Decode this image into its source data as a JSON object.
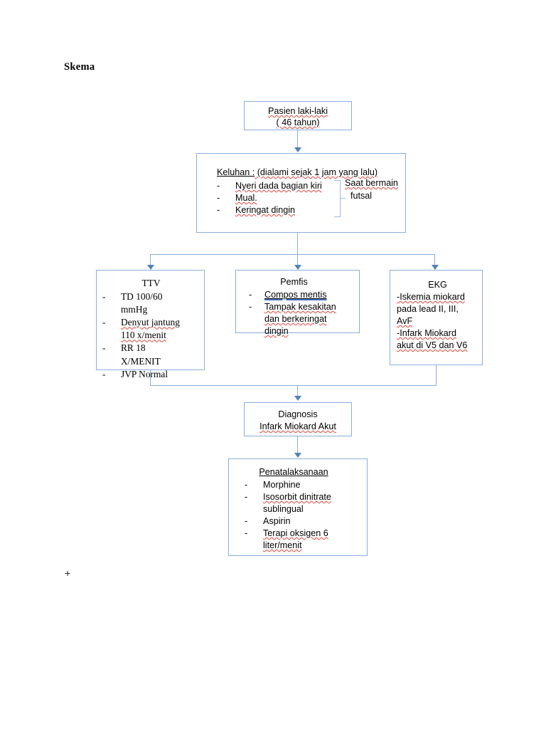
{
  "document": {
    "title": "Skema",
    "trailing_mark": "+"
  },
  "flowchart": {
    "type": "clinical-case-flowchart",
    "border_color": "#8AAEDC",
    "arrow_color": "#4F81BD",
    "nodes": {
      "patient": {
        "name": "pasien",
        "line1": "Pasien laki-laki",
        "line2": "( 46 tahun)"
      },
      "keluhan": {
        "name": "keluhan",
        "header": "Keluhan :",
        "header_rest": " (dialami sejak 1 jam yang lalu)",
        "items": [
          "Nyeri dada bagian kiri",
          "Mual.",
          "Keringat dingin"
        ],
        "brace_note_line1": "Saat bermain",
        "brace_note_line2": "futsal"
      },
      "ttv": {
        "name": "ttv",
        "header": "TTV",
        "items": [
          {
            "text": "TD 100/60",
            "cont": "mmHg"
          },
          {
            "text": "Denyut jantung",
            "cont": "110 x/menit"
          },
          {
            "text": "RR 18",
            "cont": "X/MENIT"
          },
          {
            "text": "JVP Normal",
            "cont": ""
          }
        ]
      },
      "pemfis": {
        "name": "pemfis",
        "header": "Pemfis",
        "items": [
          {
            "text": "Compos mentis",
            "cont": ""
          },
          {
            "text": "Tampak kesakitan",
            "cont": "dan berkeringat",
            "cont2": "dingin"
          }
        ]
      },
      "ekg": {
        "name": "ekg",
        "header": "EKG",
        "lines": [
          "-Iskemia miokard",
          "pada lead II, III,",
          "AvF",
          "-Infark Miokard",
          "akut di V5 dan V6"
        ]
      },
      "diagnosis": {
        "name": "diagnosis",
        "line1": "Diagnosis",
        "line2": "Infark Miokard Akut"
      },
      "penatalaksanaan": {
        "name": "penatalaksanaan",
        "header": "Penatalaksanaan",
        "items": [
          {
            "text": "Morphine",
            "cont": ""
          },
          {
            "text": "Isosorbit dinitrate",
            "cont": "sublingual"
          },
          {
            "text": "Aspirin",
            "cont": ""
          },
          {
            "text": "Terapi oksigen 6",
            "cont": "liter/menit"
          }
        ]
      }
    },
    "edges": [
      {
        "from": "pasien",
        "to": "keluhan"
      },
      {
        "from": "keluhan",
        "to": "ttv"
      },
      {
        "from": "keluhan",
        "to": "pemfis"
      },
      {
        "from": "keluhan",
        "to": "ekg"
      },
      {
        "from": "ttv",
        "to": "diagnosis"
      },
      {
        "from": "ekg",
        "to": "diagnosis"
      },
      {
        "from": "diagnosis",
        "to": "penatalaksanaan"
      }
    ]
  }
}
